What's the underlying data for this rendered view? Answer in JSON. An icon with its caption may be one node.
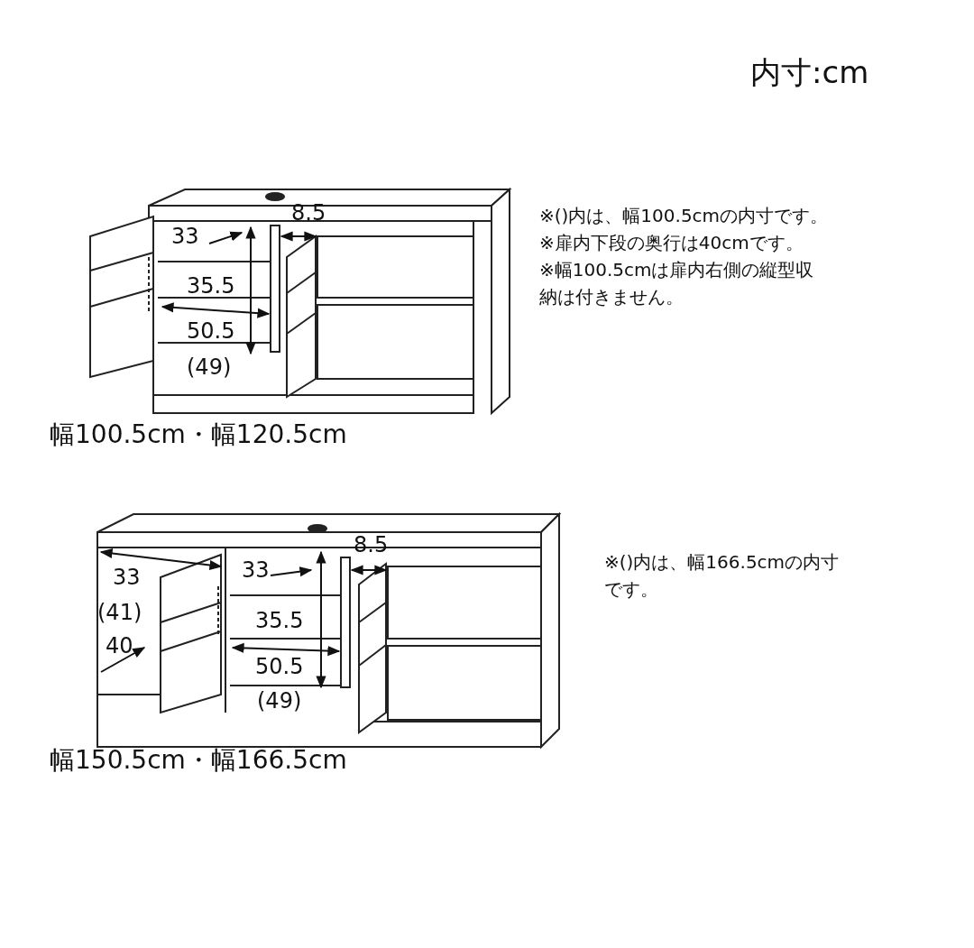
{
  "diagram": {
    "title": "内寸:cm",
    "labels": [
      "8.5",
      "33",
      "35.5",
      "50.5",
      "(49)",
      "※()内は、幅100.5cmの内寸です。",
      "※扉内下段の奥行は40cmです。",
      "※幅100.5cmは扉内右側の縦型収納は付きません。",
      "幅100.5cm・幅120.5cm",
      "8.5",
      "33",
      "(41)",
      "40",
      "33",
      "35.5",
      "50.5",
      "(49)",
      "※()内は、幅166.5cmの内寸です。",
      "幅150.5cm・幅166.5cm"
    ]
  }
}
